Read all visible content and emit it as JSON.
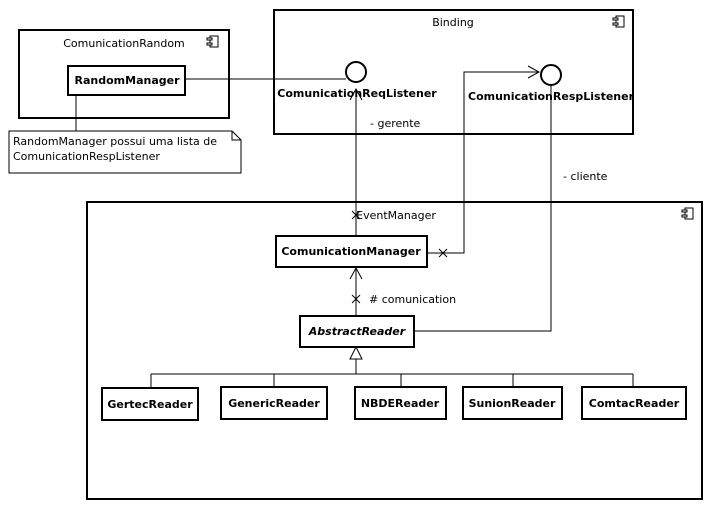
{
  "packages": {
    "random": "ComunicationRandom",
    "binding": "Binding",
    "event": "EventManager"
  },
  "classes": {
    "random_manager": "RandomManager",
    "comm_manager": "ComunicationManager",
    "abstract_reader": "AbstractReader",
    "gertec": "GertecReader",
    "generic": "GenericReader",
    "nbde": "NBDEReader",
    "sunion": "SunionReader",
    "comtac": "ComtacReader"
  },
  "interfaces": {
    "req": "ComunicationReqListener",
    "resp": "ComunicationRespListener"
  },
  "roles": {
    "gerente": "- gerente",
    "cliente": "- cliente",
    "comunication": "# comunication"
  },
  "note": {
    "line1": "RandomManager possui uma lista de",
    "line2": "ComunicationRespListener"
  }
}
